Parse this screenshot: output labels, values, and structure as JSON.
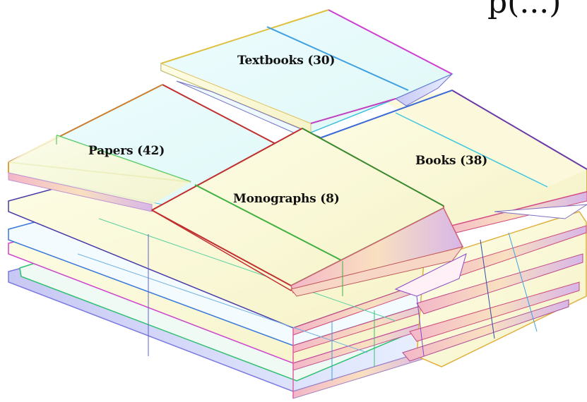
{
  "clusters": {
    "textbooks": {
      "label": "Textbooks (30)"
    },
    "papers": {
      "label": "Papers (42)"
    },
    "books": {
      "label": "Books (38)"
    },
    "monographs": {
      "label": "Monographs (8)"
    }
  },
  "top_right_text": "p(...)"
}
